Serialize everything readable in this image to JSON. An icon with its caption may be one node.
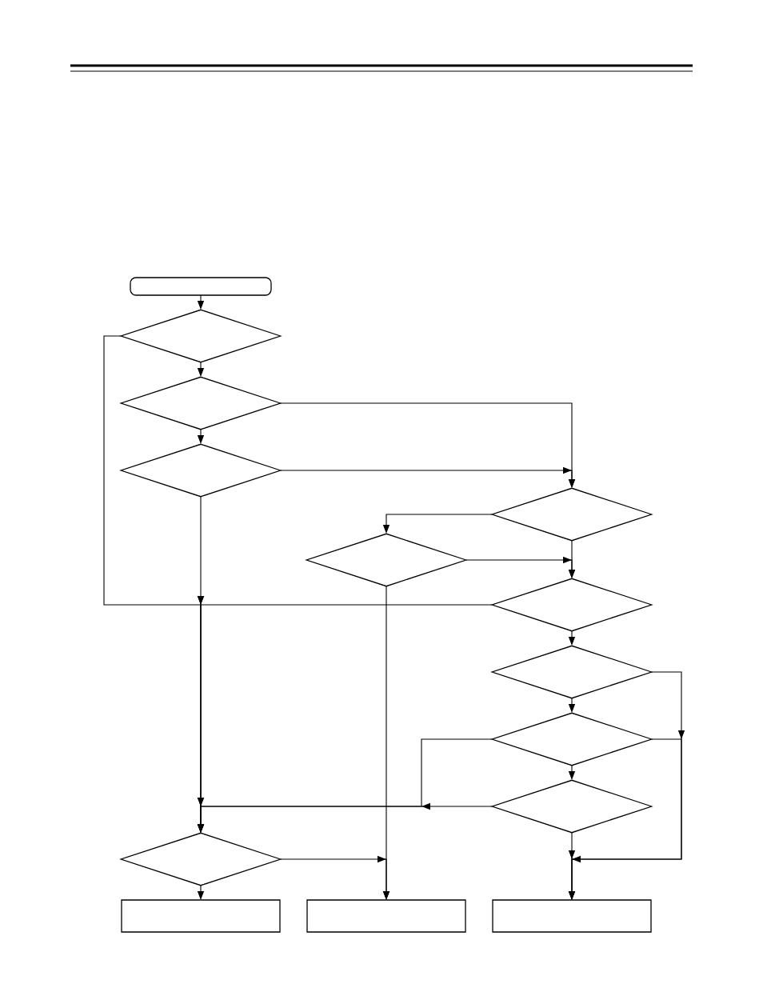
{
  "diagram": {
    "nodes": [
      {
        "text": [],
        "shape": "terminal"
      },
      {
        "text": [],
        "shape": "diamond"
      },
      {
        "text": [],
        "shape": "diamond"
      },
      {
        "text": [],
        "shape": "diamond"
      },
      {
        "text": [],
        "shape": "diamond"
      },
      {
        "text": [],
        "shape": "diamond"
      },
      {
        "text": [],
        "shape": "diamond"
      },
      {
        "text": [],
        "shape": "diamond"
      },
      {
        "text": [],
        "shape": "diamond"
      },
      {
        "text": [],
        "shape": "diamond"
      },
      {
        "text": [],
        "shape": "diamond"
      },
      {
        "text": [],
        "shape": "box"
      },
      {
        "text": [],
        "shape": "box"
      },
      {
        "text": [],
        "shape": "box"
      }
    ],
    "edges": [
      {
        "from": 0,
        "to": 1,
        "arrow": "to"
      },
      {
        "from": 1,
        "to": 2,
        "arrow": "to"
      },
      {
        "from": 2,
        "to": 3,
        "arrow": "to"
      },
      {
        "from": 1,
        "to": 10,
        "arrow": "to"
      },
      {
        "from": 3,
        "to": 10,
        "arrow": "to"
      },
      {
        "from": 2,
        "to": 4,
        "arrow": "to"
      },
      {
        "from": 3,
        "to": 4,
        "arrow": "to"
      },
      {
        "from": 4,
        "to": 5,
        "arrow": "to"
      },
      {
        "from": 4,
        "to": 6,
        "arrow": "to"
      },
      {
        "from": 5,
        "to": 6,
        "arrow": "to"
      },
      {
        "from": 5,
        "to": 12,
        "arrow": "to"
      },
      {
        "from": 6,
        "to": 10,
        "arrow": "to"
      },
      {
        "from": 6,
        "to": 7,
        "arrow": "to"
      },
      {
        "from": 7,
        "to": 13,
        "arrow": "to"
      },
      {
        "from": 8,
        "to": 13,
        "arrow": "to"
      },
      {
        "from": 7,
        "to": 8,
        "arrow": "to"
      },
      {
        "from": 8,
        "to": 9,
        "arrow": "to"
      },
      {
        "from": 8,
        "to": 10,
        "arrow": "to"
      },
      {
        "from": 9,
        "to": 10,
        "arrow": "to"
      },
      {
        "from": 9,
        "to": 13,
        "arrow": "to"
      },
      {
        "from": 10,
        "to": 12,
        "arrow": "to"
      },
      {
        "from": 10,
        "to": 11,
        "arrow": "to"
      }
    ]
  }
}
